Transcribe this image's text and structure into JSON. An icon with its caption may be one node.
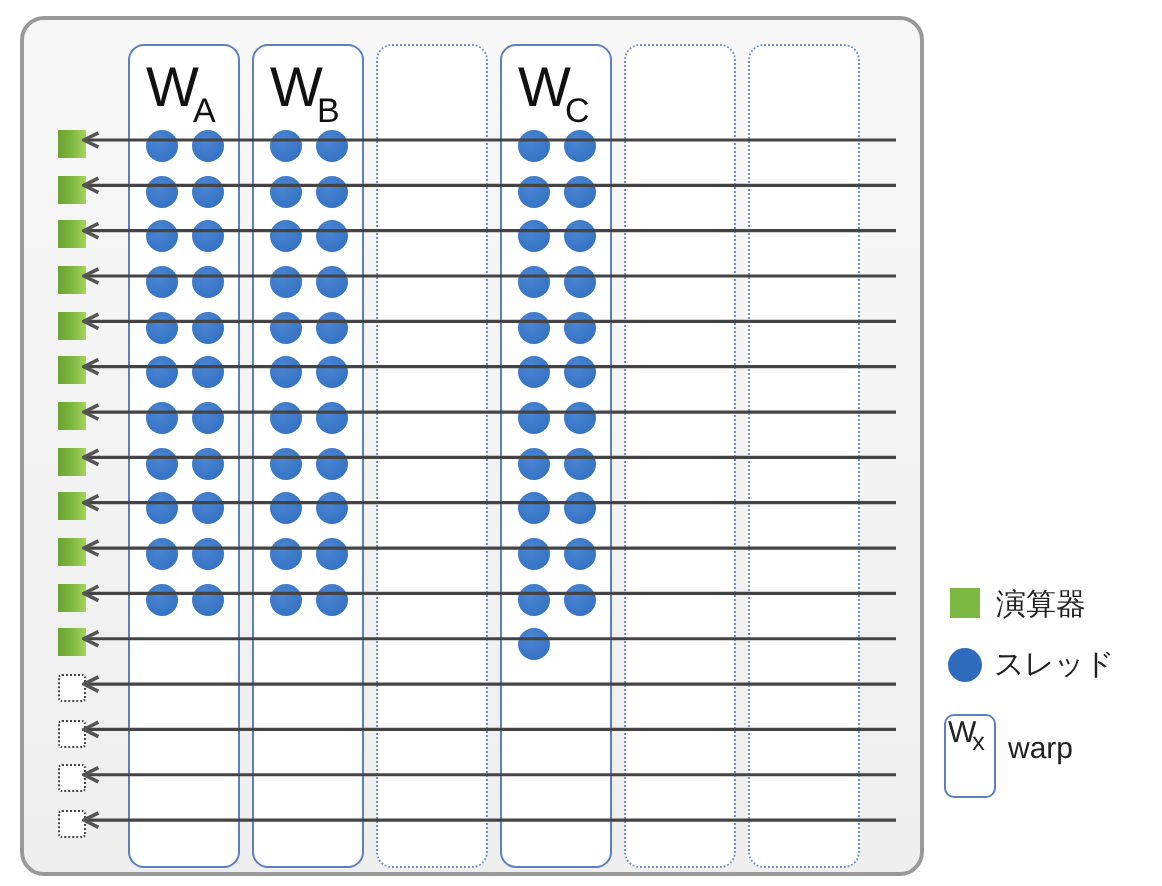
{
  "diagram": {
    "nodes": [
      {
        "text": [],
        "shape": "box"
      },
      {
        "text": [
          "W$_{A}$"
        ],
        "in": 0
      },
      {
        "text": [
          "W$_{B}$"
        ],
        "in": 0
      },
      {
        "text": [],
        "shape": "box",
        "in": 0
      },
      {
        "text": [
          "W$_{C}$"
        ],
        "in": 0
      },
      {
        "text": [],
        "shape": "box",
        "in": 0
      },
      {
        "text": [],
        "shape": "box",
        "in": 0
      },
      {
        "text": [],
        "shape": "box",
        "in": 0
      },
      {
        "text": [],
        "shape": "box",
        "in": 0
      },
      {
        "text": [],
        "shape": "box",
        "in": 0
      },
      {
        "text": [],
        "shape": "box",
        "in": 0
      },
      {
        "text": [],
        "shape": "box",
        "in": 0
      },
      {
        "text": [],
        "shape": "box",
        "in": 0
      },
      {
        "text": [],
        "shape": "box",
        "in": 0
      },
      {
        "text": [],
        "shape": "box",
        "in": 0
      },
      {
        "text": [],
        "shape": "box",
        "in": 0
      },
      {
        "text": [],
        "shape": "box",
        "in": 0
      },
      {
        "text": [],
        "shape": "box",
        "in": 0
      },
      {
        "text": [],
        "shape": "box",
        "in": 0
      },
      {
        "text": [],
        "shape": "box",
        "in": 0
      },
      {
        "text": [],
        "shape": "box",
        "in": 0
      },
      {
        "text": [],
        "shape": "box",
        "in": 0
      },
      {
        "text": [],
        "shape": "box",
        "in": 0
      },
      {
        "text": [],
        "shape": "circle",
        "in": 1
      },
      {
        "text": [],
        "shape": "circle",
        "in": 1
      },
      {
        "text": [],
        "shape": "circle",
        "in": 1
      },
      {
        "text": [],
        "shape": "circle",
        "in": 1
      },
      {
        "text": [],
        "shape": "circle",
        "in": 1
      },
      {
        "text": [],
        "shape": "circle",
        "in": 1
      },
      {
        "text": [],
        "shape": "circle",
        "in": 1
      },
      {
        "text": [],
        "shape": "circle",
        "in": 1
      },
      {
        "text": [],
        "shape": "circle",
        "in": 1
      },
      {
        "text": [],
        "shape": "circle",
        "in": 1
      },
      {
        "text": [],
        "shape": "circle",
        "in": 1
      },
      {
        "text": [],
        "shape": "circle",
        "in": 1
      },
      {
        "text": [],
        "shape": "circle",
        "in": 1
      },
      {
        "text": [],
        "shape": "circle",
        "in": 1
      },
      {
        "text": [],
        "shape": "circle",
        "in": 1
      },
      {
        "text": [],
        "shape": "circle",
        "in": 1
      },
      {
        "text": [],
        "shape": "circle",
        "in": 1
      },
      {
        "text": [],
        "shape": "circle",
        "in": 1
      },
      {
        "text": [],
        "shape": "circle",
        "in": 1
      },
      {
        "text": [],
        "shape": "circle",
        "in": 1
      },
      {
        "text": [],
        "shape": "circle",
        "in": 1
      },
      {
        "text": [],
        "shape": "circle",
        "in": 1
      },
      {
        "text": [],
        "shape": "circle",
        "in": 2
      },
      {
        "text": [],
        "shape": "circle",
        "in": 2
      },
      {
        "text": [],
        "shape": "circle",
        "in": 2
      },
      {
        "text": [],
        "shape": "circle",
        "in": 2
      },
      {
        "text": [],
        "shape": "circle",
        "in": 2
      },
      {
        "text": [],
        "shape": "circle",
        "in": 2
      },
      {
        "text": [],
        "shape": "circle",
        "in": 2
      },
      {
        "text": [],
        "shape": "circle",
        "in": 2
      },
      {
        "text": [],
        "shape": "circle",
        "in": 2
      },
      {
        "text": [],
        "shape": "circle",
        "in": 2
      },
      {
        "text": [],
        "shape": "circle",
        "in": 2
      },
      {
        "text": [],
        "shape": "circle",
        "in": 2
      },
      {
        "text": [],
        "shape": "circle",
        "in": 2
      },
      {
        "text": [],
        "shape": "circle",
        "in": 2
      },
      {
        "text": [],
        "shape": "circle",
        "in": 2
      },
      {
        "text": [],
        "shape": "circle",
        "in": 2
      },
      {
        "text": [],
        "shape": "circle",
        "in": 2
      },
      {
        "text": [],
        "shape": "circle",
        "in": 2
      },
      {
        "text": [],
        "shape": "circle",
        "in": 2
      },
      {
        "text": [],
        "shape": "circle",
        "in": 2
      },
      {
        "text": [],
        "shape": "circle",
        "in": 2
      },
      {
        "text": [],
        "shape": "circle",
        "in": 2
      },
      {
        "text": [],
        "shape": "circle",
        "in": 4
      },
      {
        "text": [],
        "shape": "circle",
        "in": 4
      },
      {
        "text": [],
        "shape": "circle",
        "in": 4
      },
      {
        "text": [],
        "shape": "circle",
        "in": 4
      },
      {
        "text": [],
        "shape": "circle",
        "in": 4
      },
      {
        "text": [],
        "shape": "circle",
        "in": 4
      },
      {
        "text": [],
        "shape": "circle",
        "in": 4
      },
      {
        "text": [],
        "shape": "circle",
        "in": 4
      },
      {
        "text": [],
        "shape": "circle",
        "in": 4
      },
      {
        "text": [],
        "shape": "circle",
        "in": 4
      },
      {
        "text": [],
        "shape": "circle",
        "in": 4
      },
      {
        "text": [],
        "shape": "circle",
        "in": 4
      },
      {
        "text": [],
        "shape": "circle",
        "in": 4
      },
      {
        "text": [],
        "shape": "circle",
        "in": 4
      },
      {
        "text": [],
        "shape": "circle",
        "in": 4
      },
      {
        "text": [],
        "shape": "circle",
        "in": 4
      },
      {
        "text": [],
        "shape": "circle",
        "in": 4
      },
      {
        "text": [],
        "shape": "circle",
        "in": 4
      },
      {
        "text": [],
        "shape": "circle",
        "in": 4
      },
      {
        "text": [],
        "shape": "circle",
        "in": 4
      },
      {
        "text": [],
        "shape": "circle",
        "in": 4
      },
      {
        "text": [],
        "shape": "circle",
        "in": 4
      },
      {
        "text": [],
        "shape": "circle",
        "in": 4
      }
    ],
    "edges": [
      {
        "from": null,
        "to": 7,
        "arrow": "to"
      },
      {
        "from": null,
        "to": 8,
        "arrow": "to"
      },
      {
        "from": null,
        "to": 9,
        "arrow": "to"
      },
      {
        "from": null,
        "to": 10,
        "arrow": "to"
      },
      {
        "from": null,
        "to": 11,
        "arrow": "to"
      },
      {
        "from": null,
        "to": 12,
        "arrow": "to"
      },
      {
        "from": null,
        "to": 13,
        "arrow": "to"
      },
      {
        "from": null,
        "to": 14,
        "arrow": "to"
      },
      {
        "from": null,
        "to": 15,
        "arrow": "to"
      },
      {
        "from": null,
        "to": 16,
        "arrow": "to"
      },
      {
        "from": null,
        "to": 17,
        "arrow": "to"
      },
      {
        "from": null,
        "to": 18,
        "arrow": "to"
      },
      {
        "from": null,
        "to": 19,
        "arrow": "to"
      },
      {
        "from": null,
        "to": 20,
        "arrow": "to"
      },
      {
        "from": null,
        "to": 21,
        "arrow": "to"
      },
      {
        "from": null,
        "to": 22,
        "arrow": "to"
      }
    ],
    "labels": [
      "W$_{x}$"
    ],
    "legend": [
      {
        "text": "演算器",
        "color": "#7db840"
      },
      {
        "text": "スレッド",
        "color": "#2f6cbd"
      },
      {
        "text": "warp"
      }
    ]
  }
}
